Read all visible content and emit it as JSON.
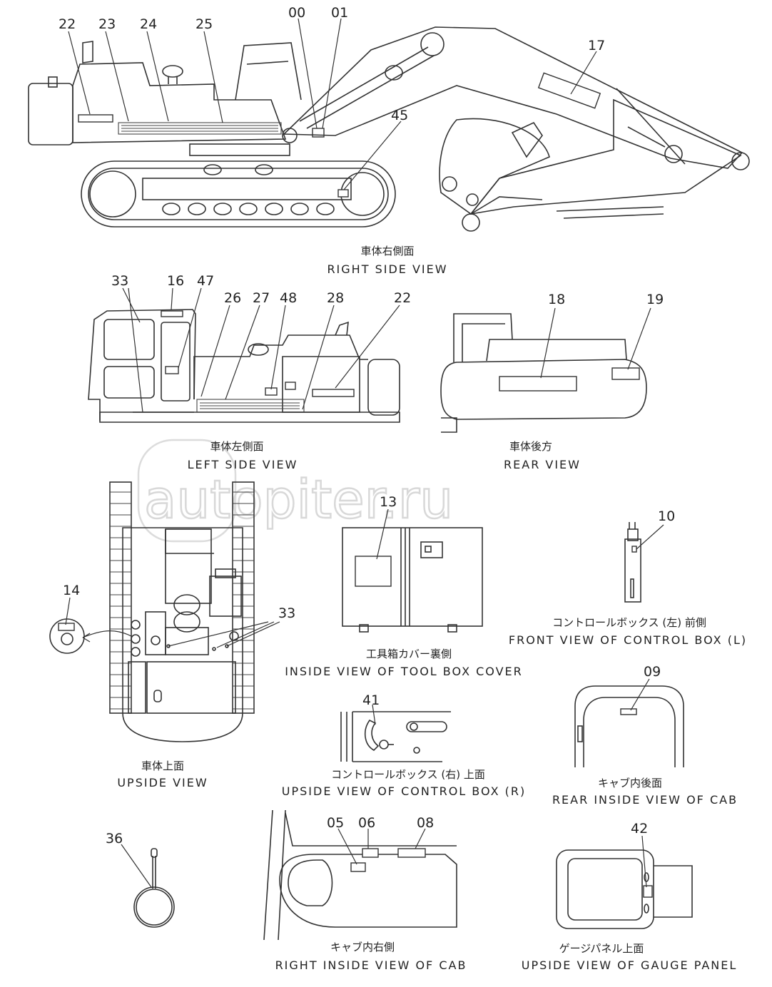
{
  "watermark": "autopiter.ru",
  "views": [
    {
      "jp": "車体右側面",
      "en": "RIGHT SIDE VIEW"
    },
    {
      "jp": "車体左側面",
      "en": "LEFT SIDE VIEW"
    },
    {
      "jp": "車体後方",
      "en": "REAR VIEW"
    },
    {
      "jp": "工具箱カバー裏側",
      "en": "INSIDE VIEW OF TOOL BOX COVER"
    },
    {
      "jp": "コントロールボックス (左) 前側",
      "en": "FRONT VIEW OF CONTROL BOX (L)"
    },
    {
      "jp": "車体上面",
      "en": "UPSIDE VIEW"
    },
    {
      "jp": "コントロールボックス (右) 上面",
      "en": "UPSIDE VIEW OF CONTROL BOX (R)"
    },
    {
      "jp": "キャブ内後面",
      "en": "REAR INSIDE VIEW OF CAB"
    },
    {
      "jp": "キャブ内右側",
      "en": "RIGHT INSIDE VIEW OF CAB"
    },
    {
      "jp": "ゲージパネル上面",
      "en": "UPSIDE VIEW OF GAUGE PANEL"
    }
  ],
  "callouts": {
    "right_side": [
      "22",
      "23",
      "24",
      "25",
      "00",
      "01",
      "17",
      "45"
    ],
    "left_side": [
      "33",
      "16",
      "47",
      "26",
      "27",
      "48",
      "28",
      "22"
    ],
    "rear": [
      "18",
      "19"
    ],
    "tool_box": [
      "13"
    ],
    "control_box_l": [
      "10"
    ],
    "upside": [
      "14",
      "33"
    ],
    "control_box_r": [
      "41"
    ],
    "cab_rear": [
      "09"
    ],
    "ring": [
      "36"
    ],
    "cab_right": [
      "05",
      "06",
      "08"
    ],
    "gauge_panel": [
      "42"
    ]
  }
}
